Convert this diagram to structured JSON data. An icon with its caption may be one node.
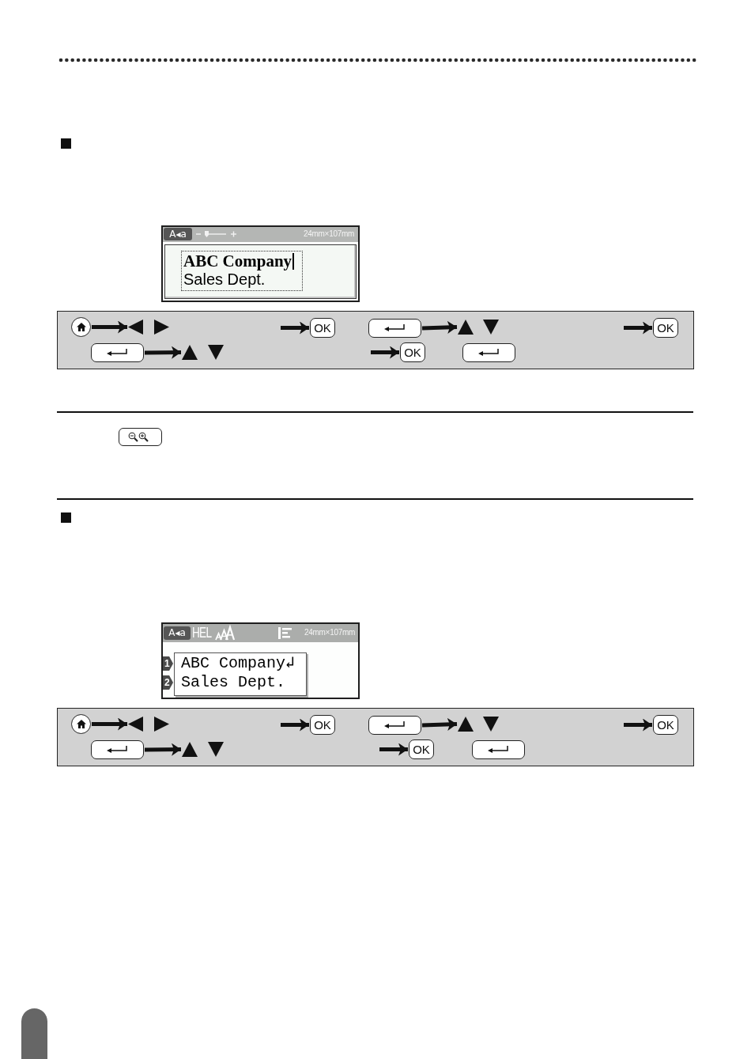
{
  "diagram": {
    "nodes": [
      {
        "text": [
          "A◂a",
          "24mm×107mm"
        ]
      },
      {
        "text": [
          "ABC Company",
          "Sales Dept."
        ],
        "in": 0
      },
      {
        "text": [],
        "shape": "box"
      },
      {
        "text": [],
        "shape": "circle",
        "in": 2
      },
      {
        "text": [],
        "shape": "triangle",
        "in": 2
      },
      {
        "text": [],
        "shape": "triangle",
        "in": 2
      },
      {
        "text": [
          "OK"
        ],
        "in": 2
      },
      {
        "text": [],
        "shape": "box",
        "in": 2
      },
      {
        "text": [],
        "shape": "triangle",
        "in": 2
      },
      {
        "text": [],
        "shape": "triangle",
        "in": 2
      },
      {
        "text": [
          "OK"
        ],
        "in": 2
      },
      {
        "text": [],
        "shape": "box",
        "in": 2
      },
      {
        "text": [],
        "shape": "triangle",
        "in": 2
      },
      {
        "text": [],
        "shape": "triangle",
        "in": 2
      },
      {
        "text": [
          "OK"
        ],
        "in": 2
      },
      {
        "text": [],
        "shape": "box",
        "in": 2
      },
      {
        "text": [
          "A◂a",
          "HEL",
          "24mm×107mm",
          "1",
          "2"
        ]
      },
      {
        "text": [
          "ABC Company↲",
          "Sales Dept."
        ],
        "in": 16
      },
      {
        "text": [],
        "shape": "box"
      },
      {
        "text": [],
        "shape": "circle",
        "in": 18
      },
      {
        "text": [],
        "shape": "triangle",
        "in": 18
      },
      {
        "text": [],
        "shape": "triangle",
        "in": 18
      },
      {
        "text": [
          "OK"
        ],
        "in": 18
      },
      {
        "text": [],
        "shape": "box",
        "in": 18
      },
      {
        "text": [],
        "shape": "triangle",
        "in": 18
      },
      {
        "text": [],
        "shape": "triangle",
        "in": 18
      },
      {
        "text": [
          "OK"
        ],
        "in": 18
      },
      {
        "text": [],
        "shape": "box",
        "in": 18
      },
      {
        "text": [],
        "shape": "triangle",
        "in": 18
      },
      {
        "text": [],
        "shape": "triangle",
        "in": 18
      },
      {
        "text": [
          "OK"
        ],
        "in": 18
      },
      {
        "text": [],
        "shape": "box",
        "in": 18
      }
    ],
    "edges": [
      {
        "from": 3,
        "to": 4,
        "arrow": "to"
      },
      {
        "from": null,
        "to": 6,
        "arrow": "to"
      },
      {
        "from": 7,
        "to": 8,
        "arrow": "to"
      },
      {
        "from": null,
        "to": 10,
        "arrow": "to"
      },
      {
        "from": 11,
        "to": 12,
        "arrow": "to"
      },
      {
        "from": null,
        "to": 14,
        "arrow": "to"
      },
      {
        "from": 19,
        "to": 20,
        "arrow": "to"
      },
      {
        "from": null,
        "to": 22,
        "arrow": "to"
      },
      {
        "from": 23,
        "to": 24,
        "arrow": "to"
      },
      {
        "from": null,
        "to": 26,
        "arrow": "to"
      },
      {
        "from": 27,
        "to": 28,
        "arrow": "to"
      },
      {
        "from": null,
        "to": 30,
        "arrow": "to"
      }
    ]
  }
}
